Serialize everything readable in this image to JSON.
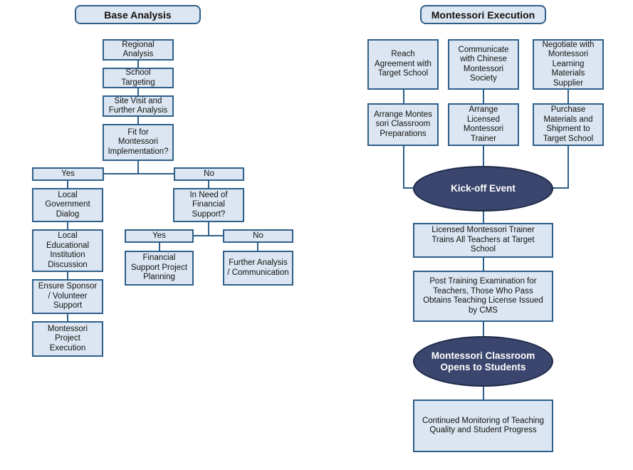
{
  "base_analysis": {
    "title": "Base Analysis",
    "regional_analysis": "Regional\nAnalysis",
    "school_targeting": "School\nTargeting",
    "site_visit": "Site Visit and\nFurther Analysis",
    "fit_question": "Fit for\nMontessori\nImplementation?",
    "yes_label": "Yes",
    "no_label": "No",
    "local_government": "Local\nGovernment\nDialog",
    "local_educational": "Local\nEducational\nInstitution\nDiscussion",
    "ensure_sponsor": "Ensure Sponsor\n/ Volunteer\nSupport",
    "project_execution": "Montessori\nProject\nExecution",
    "financial_question": "In Need of\nFinancial\nSupport?",
    "sub_yes_label": "Yes",
    "sub_no_label": "No",
    "financial_planning": "Financial\nSupport Project\nPlanning",
    "further_analysis": "Further Analysis\n/ Communication"
  },
  "montessori_execution": {
    "title": "Montessori Execution",
    "reach_agreement": "Reach\nAgreement with\nTarget School",
    "communicate": "Communicate\nwith Chinese\nMontessori\nSociety",
    "negotiate": "Negotiate with\nMontessori\nLearning\nMaterials\nSupplier",
    "arrange_classroom": "Arrange Montes\nsori Classroom\nPreparations",
    "arrange_trainer": "Arrange\nLicensed\nMontessori\nTrainer",
    "purchase": "Purchase\nMaterials and\nShipment to\nTarget School",
    "kickoff": "Kick-off Event",
    "trainer_trains": "Licensed Montessori Trainer\nTrains All Teachers at Target\nSchool",
    "post_training": "Post Training Examination for\nTeachers, Those Who Pass\nObtains Teaching License Issued\nby CMS",
    "classroom_opens": "Montessori Classroom\nOpens to Students",
    "continued_monitoring": "Continued Monitoring of Teaching\nQuality and Student Progress"
  }
}
